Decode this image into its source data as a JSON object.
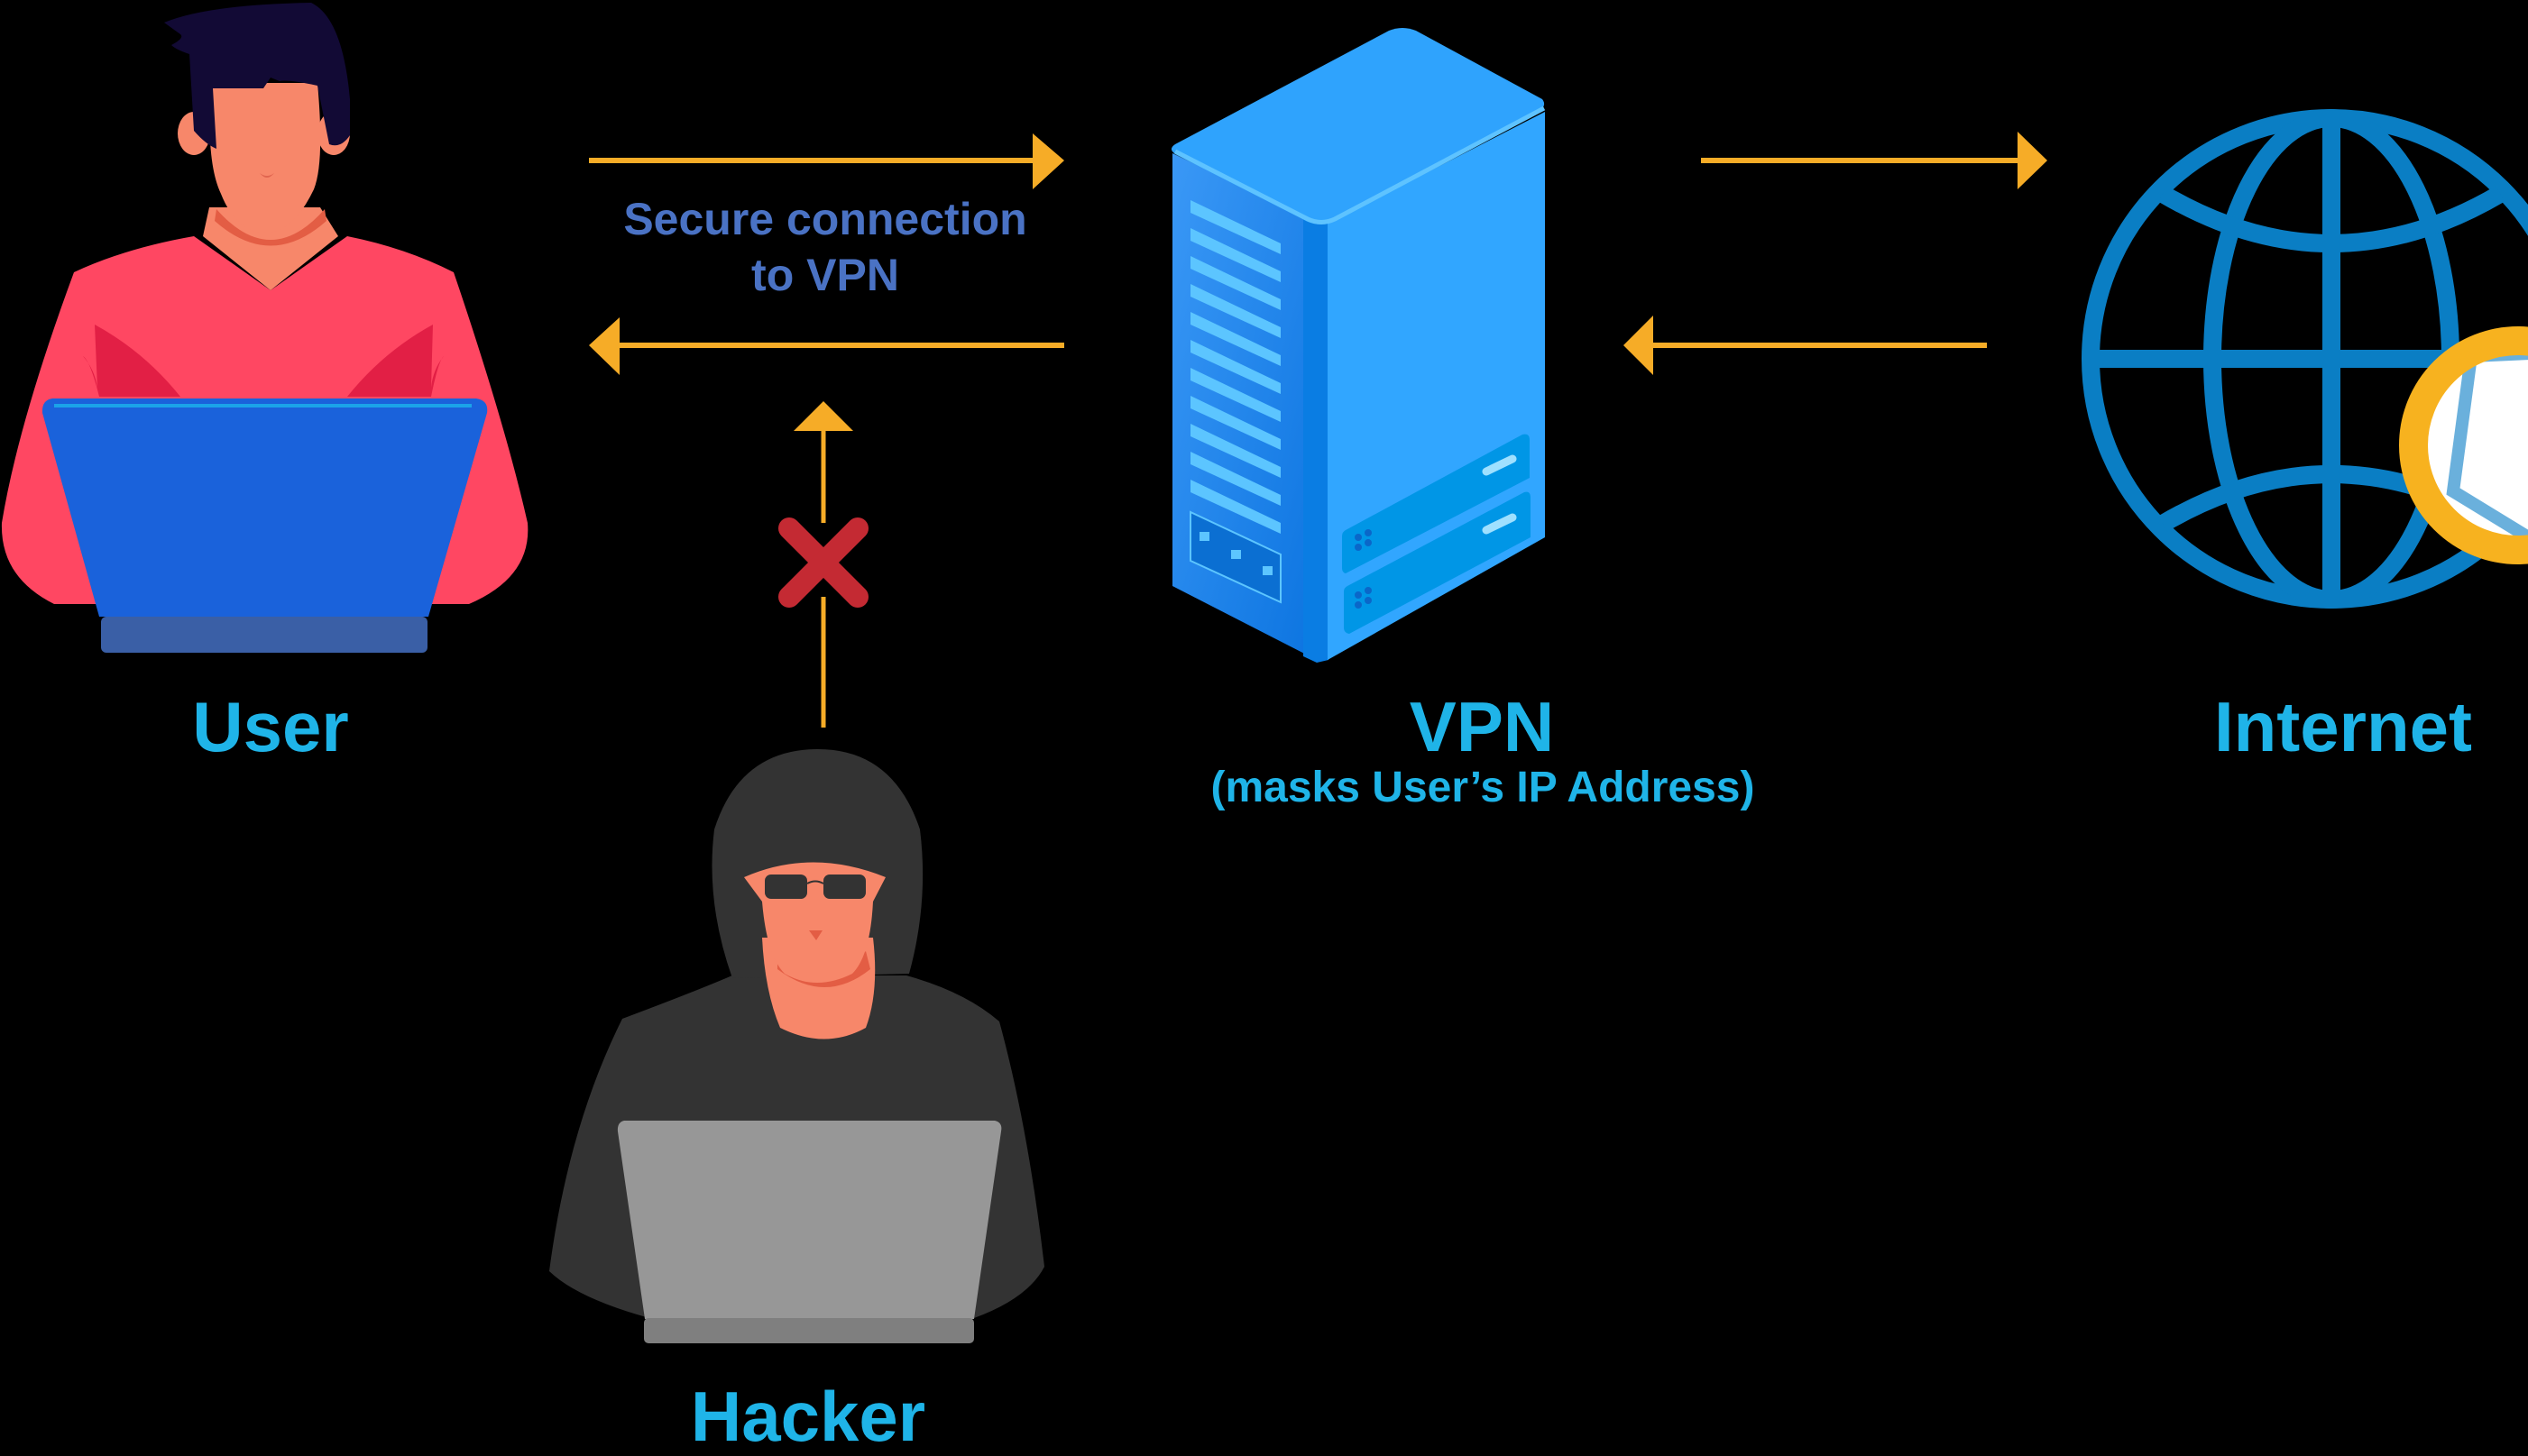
{
  "diagram": {
    "title": "VPN secure connection diagram",
    "colors": {
      "background": "#000000",
      "label": "#1fb4e8",
      "connection_text": "#4a72c4",
      "arrow": "#f6ac27",
      "blocked": "#c42a33",
      "globe": "#0a7ec4",
      "server_light": "#31a6ff",
      "server_dark": "#1d83e8"
    },
    "nodes": {
      "user": {
        "label": "User"
      },
      "vpn": {
        "label": "VPN",
        "subtitle": "(masks User’s IP Address)"
      },
      "internet": {
        "label": "Internet"
      },
      "hacker": {
        "label": "Hacker"
      }
    },
    "connections": [
      {
        "from": "User",
        "to": "VPN",
        "direction": "both",
        "label_line1": "Secure connection",
        "label_line2": "to VPN"
      },
      {
        "from": "VPN",
        "to": "Internet",
        "direction": "both"
      },
      {
        "from": "Hacker",
        "to": "User-VPN connection",
        "status": "blocked",
        "icon": "x-mark-icon"
      }
    ]
  }
}
